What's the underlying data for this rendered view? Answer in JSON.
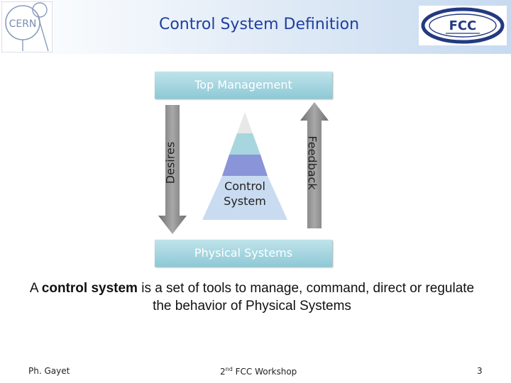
{
  "slide": {
    "title": "Control System Definition"
  },
  "logos": {
    "cern": "CERN",
    "fcc": "FCC"
  },
  "diagram": {
    "top_band": "Top Management",
    "bottom_band": "Physical Systems",
    "left_arrow_label": "Desires",
    "right_arrow_label": "Feedback",
    "pyramid_label_line1": "Control",
    "pyramid_label_line2": "System",
    "colors": {
      "band": "#8ec9d6",
      "pyramid_top": "#e8e8e8",
      "pyramid_mid": "#a8d6de",
      "pyramid_accent": "#8a94d8",
      "pyramid_base": "#c9dbf0",
      "arrow": "#8c8c8c"
    }
  },
  "definition": {
    "lead": "A ",
    "bold": "control system",
    "rest": " is a set of tools to manage, command, direct or regulate the behavior of Physical Systems"
  },
  "footer": {
    "author": "Ph. Gayet",
    "event_prefix": "2",
    "event_sup": "nd",
    "event_rest": " FCC Workshop",
    "page": "3"
  }
}
